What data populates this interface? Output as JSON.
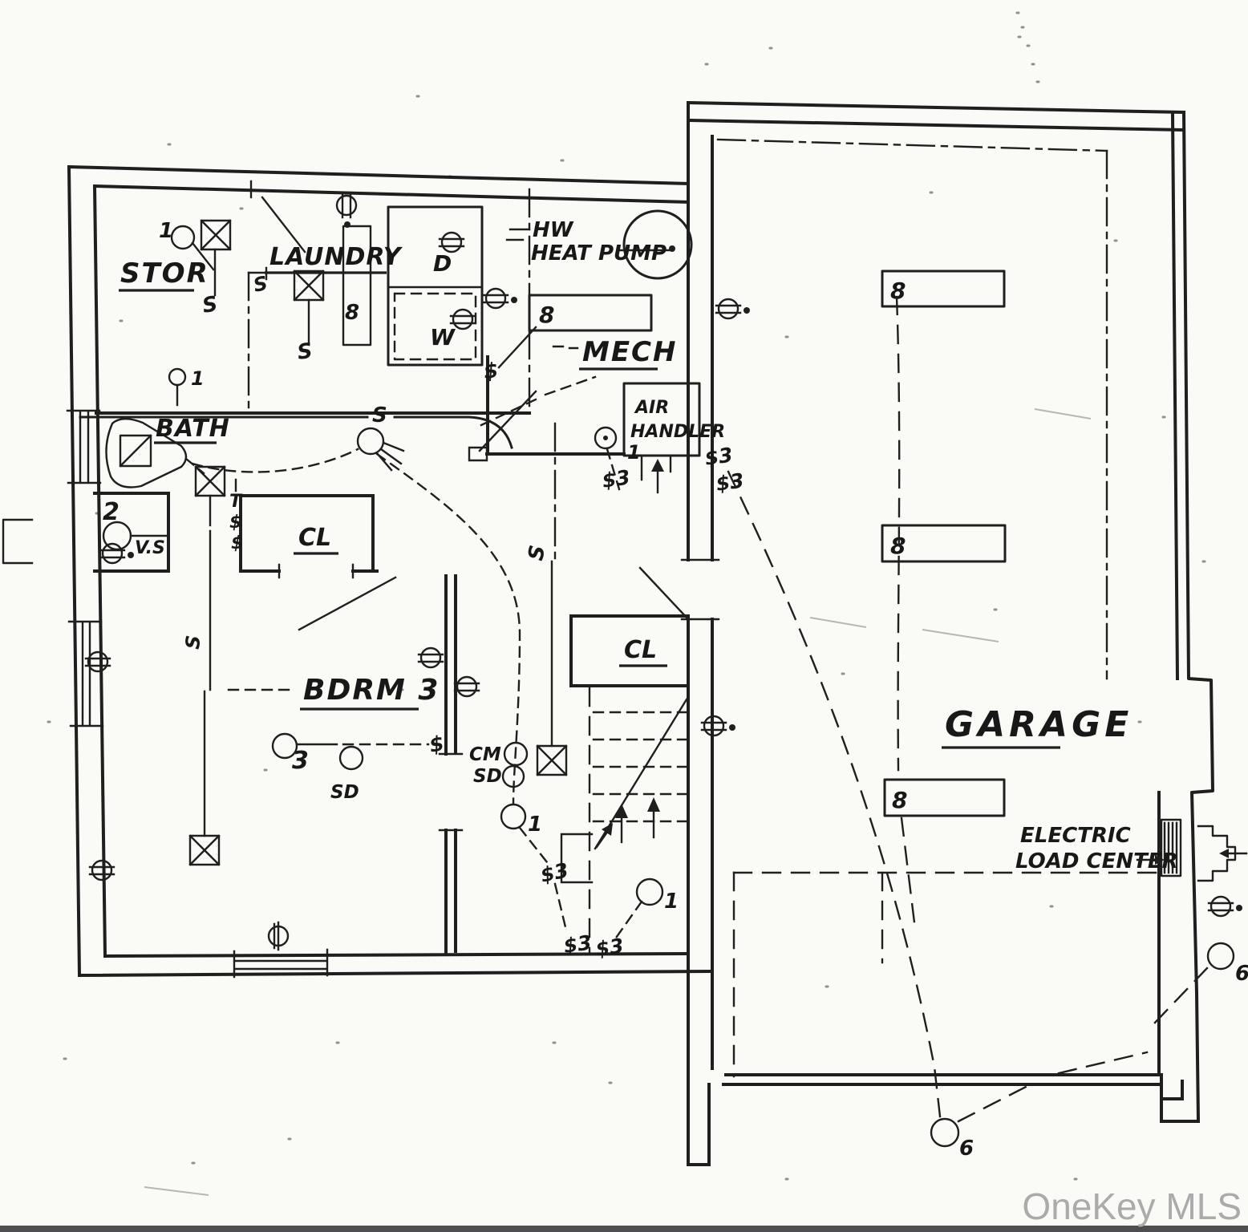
{
  "watermark": "OneKey MLS",
  "rooms": {
    "stor": "STOR",
    "laundry": "LAUNDRY",
    "bath": "BATH",
    "mech": "MECH",
    "closet1": "CL",
    "closet2": "CL",
    "bedroom3": "BDRM 3",
    "garage": "GARAGE"
  },
  "equipment": {
    "hw_line1": "HW",
    "hw_line2": "HEAT PUMP",
    "air_line1": "AIR",
    "air_line2": "HANDLER",
    "elc_line1": "ELECTRIC",
    "elc_line2": "LOAD CENTER",
    "dryer": "D",
    "washer": "W"
  },
  "symbols": {
    "switch": "S",
    "switch_dollar": "$",
    "switch_3way": "$3",
    "switch_bank_t": "T",
    "smoke_detector": "SD",
    "carbon_monoxide": "CM",
    "vanity_strip": "V.S"
  },
  "fixture_numbers": {
    "one": "1",
    "two": "2",
    "three": "3",
    "six": "6",
    "eight": "8"
  },
  "colors": {
    "ink": "#1f1f1f",
    "paper": "#fafaf7",
    "watermark": "#ababab"
  }
}
